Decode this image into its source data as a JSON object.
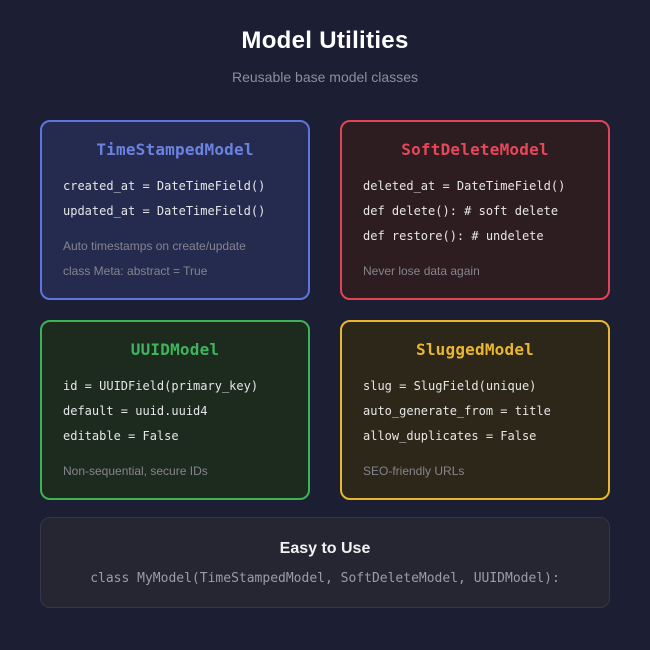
{
  "page": {
    "title": "Model Utilities",
    "subtitle": "Reusable base model classes",
    "background": "#1c1e33"
  },
  "cards": [
    {
      "title": "TimeStampedModel",
      "colors": {
        "accent": "#6c82e0",
        "border": "#5b76de",
        "background": "#252b4f"
      },
      "code": [
        "created_at = DateTimeField()",
        "updated_at = DateTimeField()"
      ],
      "notes": [
        "Auto timestamps on create/update",
        "class Meta: abstract = True"
      ]
    },
    {
      "title": "SoftDeleteModel",
      "colors": {
        "accent": "#e8475a",
        "border": "#e04458",
        "background": "#2d1d20"
      },
      "code": [
        "deleted_at = DateTimeField()",
        "def delete(): # soft delete",
        "def restore(): # undelete"
      ],
      "notes": [
        "Never lose data again"
      ]
    },
    {
      "title": "UUIDModel",
      "colors": {
        "accent": "#3eb45c",
        "border": "#3cb356",
        "background": "#1d2b1f"
      },
      "code": [
        "id = UUIDField(primary_key)",
        "default = uuid.uuid4",
        "editable = False"
      ],
      "notes": [
        "Non-sequential, secure IDs"
      ]
    },
    {
      "title": "SluggedModel",
      "colors": {
        "accent": "#eab62e",
        "border": "#e9b62d",
        "background": "#2c2718"
      },
      "code": [
        "slug = SlugField(unique)",
        "auto_generate_from = title",
        "allow_duplicates = False"
      ],
      "notes": [
        "SEO-friendly URLs"
      ]
    }
  ],
  "footer": {
    "title": "Easy to Use",
    "code": "class MyModel(TimeStampedModel, SoftDeleteModel, UUIDModel):"
  }
}
